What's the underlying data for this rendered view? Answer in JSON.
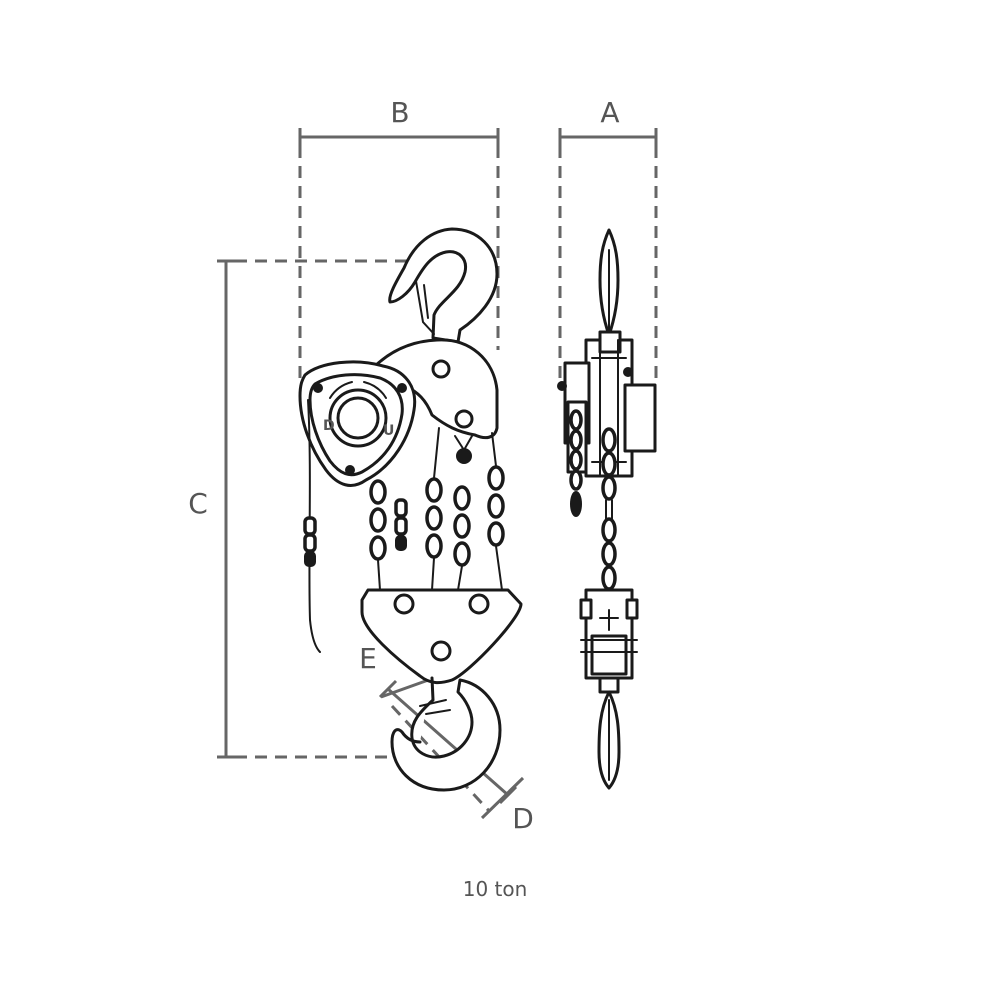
{
  "dimensions": {
    "A": "A",
    "B": "B",
    "C": "C",
    "D": "D",
    "E": "E"
  },
  "caption": "10 ton",
  "hand_wheel_marks": {
    "down": "D",
    "up": "U"
  },
  "colors": {
    "ink": "#1a1a1a",
    "dimension": "#666666",
    "label": "#555555"
  }
}
